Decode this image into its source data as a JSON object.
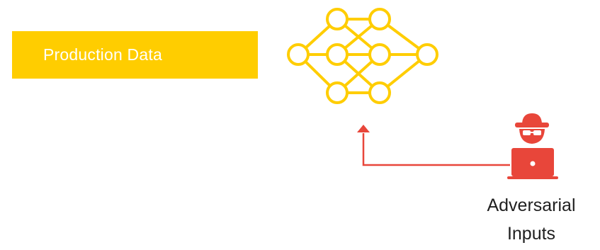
{
  "production_box": {
    "label": "Production Data"
  },
  "adversary": {
    "label_line1": "Adversarial",
    "label_line2": "Inputs",
    "icon": "hacker-laptop-icon"
  },
  "network": {
    "icon": "neural-network-icon",
    "layers": [
      1,
      3,
      3,
      1
    ]
  },
  "colors": {
    "primary": "#FFCD00",
    "accent": "#E8463A",
    "text": "#1f1f1f"
  }
}
